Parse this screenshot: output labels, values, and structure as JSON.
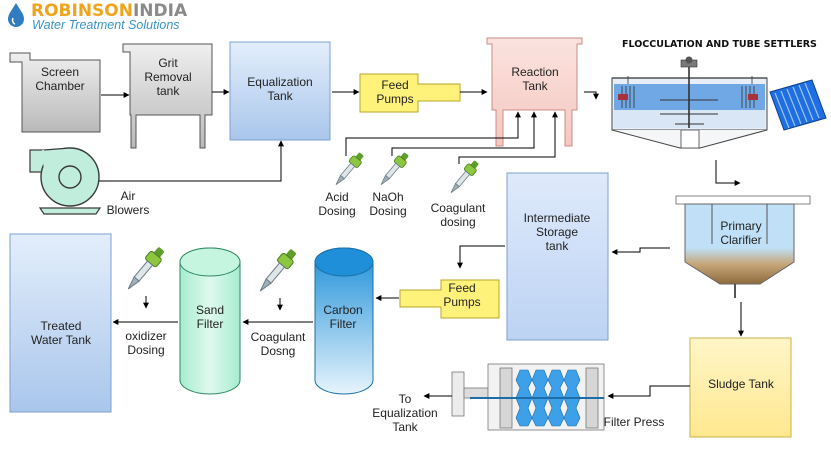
{
  "logo": {
    "name_part1": "ROBINSON",
    "name_part2": "INDIA",
    "tagline": "Water Treatment Solutions",
    "colors": {
      "part1": "#f0a41c",
      "part2": "#8a8a8a",
      "tagline": "#3a93c7",
      "drop": "#2e7dc0"
    }
  },
  "units": {
    "screen_chamber": [
      "Screen",
      "Chamber"
    ],
    "grit_removal": [
      "Grit",
      "Removal",
      "tank"
    ],
    "equalization": [
      "Equalization",
      "Tank"
    ],
    "feed_pumps_top": [
      "Feed",
      "Pumps"
    ],
    "reaction_tank": [
      "Reaction",
      "Tank"
    ],
    "flocculation_title": "FLOCCULATION AND TUBE SETTLERS",
    "air_blowers": [
      "Air",
      "Blowers"
    ],
    "acid_dosing": [
      "Acid",
      "Dosing"
    ],
    "naoh_dosing": [
      "NaOh",
      "Dosing"
    ],
    "coagulant_dosing_top": [
      "Coagulant",
      "dosing"
    ],
    "intermediate_storage": [
      "Intermediate",
      "Storage",
      "tank"
    ],
    "primary_clarifier": [
      "Primary",
      "Clarifier"
    ],
    "feed_pumps_bottom": [
      "Feed",
      "Pumps"
    ],
    "carbon_filter": [
      "Carbon",
      "Filter"
    ],
    "coagulant_dosing_bottom": [
      "Coagulant",
      "Dosng"
    ],
    "sand_filter": [
      "Sand",
      "Filter"
    ],
    "oxidizer_dosing": [
      "oxidizer",
      "Dosing"
    ],
    "treated_water_tank": [
      "Treated",
      "Water Tank"
    ],
    "sludge_tank": "Sludge Tank",
    "filter_press": "Filter Press",
    "to_equalization": [
      "To",
      "Equalization",
      "Tank"
    ]
  },
  "colors": {
    "grey_tank": "#c9c9c9",
    "blue_tank": "#c6daf2",
    "feed_pump": "#fff27a",
    "reaction": "#f8d1cc",
    "sand_filter": "#c5f5df",
    "carbon_filter": "#2f9fe0",
    "sludge": "#fff2b0",
    "blower": "#c0eddc",
    "dropper_green": "#8dc63f"
  }
}
